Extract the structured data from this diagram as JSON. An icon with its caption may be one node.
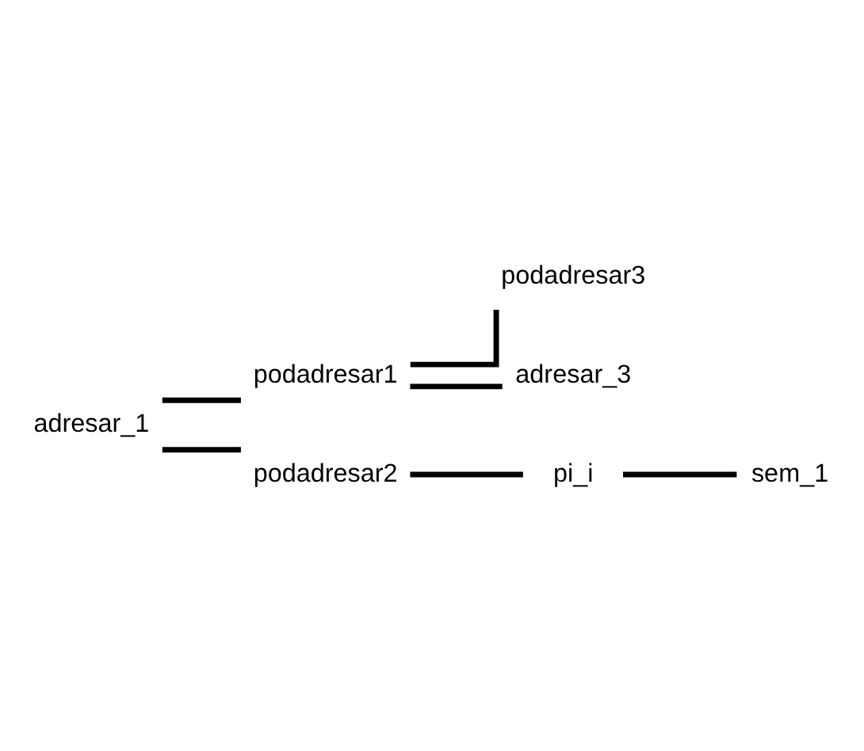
{
  "diagram": {
    "nodes": [
      {
        "text": [
          "adresar_1"
        ]
      },
      {
        "text": [
          "podadresar1"
        ]
      },
      {
        "text": [
          "podadresar3"
        ]
      },
      {
        "text": [
          "adresar_3"
        ]
      },
      {
        "text": [
          "podadresar2"
        ]
      },
      {
        "text": [
          "pi_i"
        ]
      },
      {
        "text": [
          "sem_1"
        ]
      }
    ],
    "edges": [
      {
        "from": 0,
        "to": 1,
        "arrow": "none"
      },
      {
        "from": 1,
        "to": 2,
        "arrow": "none"
      },
      {
        "from": 1,
        "to": 3,
        "arrow": "none"
      },
      {
        "from": 0,
        "to": 4,
        "arrow": "none"
      },
      {
        "from": 4,
        "to": 5,
        "arrow": "none"
      },
      {
        "from": 5,
        "to": 6,
        "arrow": "none"
      }
    ]
  }
}
